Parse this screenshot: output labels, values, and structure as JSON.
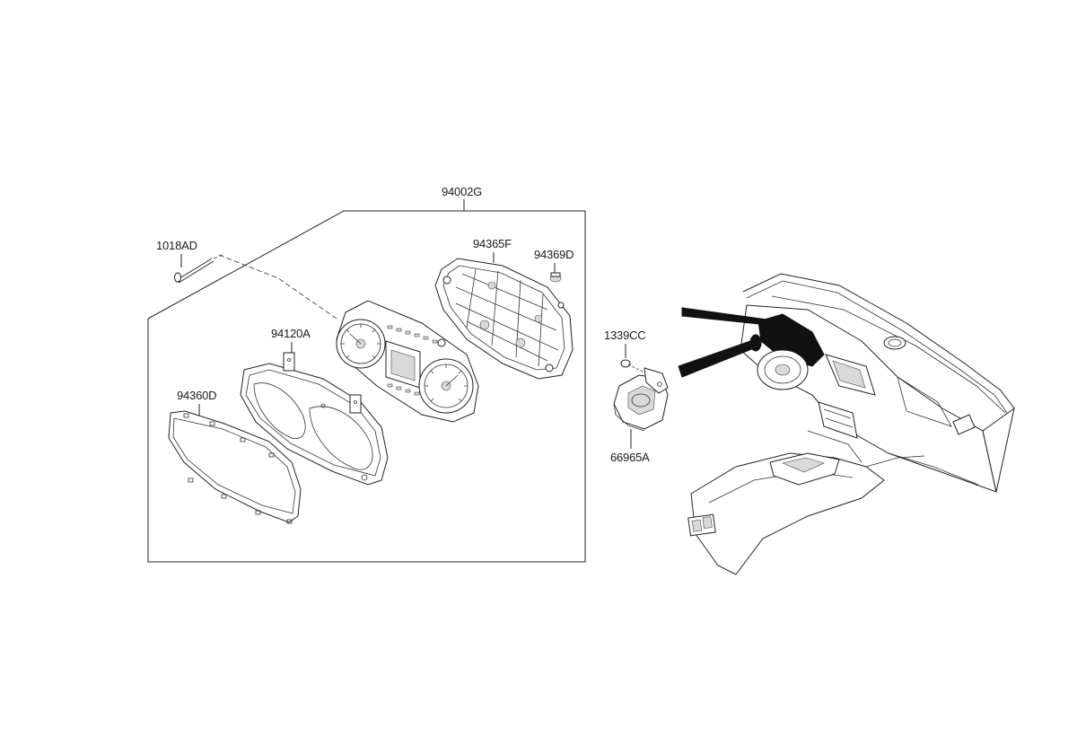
{
  "labels": {
    "assembly": "94002G",
    "screw": "1018AD",
    "case": "94365F",
    "bulb": "94369D",
    "facia": "94120A",
    "glass": "94360D",
    "clip": "1339CC",
    "bracket": "66965A"
  },
  "icons": {
    "cluster_assembly": "instrument-cluster-icon",
    "dashboard": "dashboard-interior-icon"
  }
}
